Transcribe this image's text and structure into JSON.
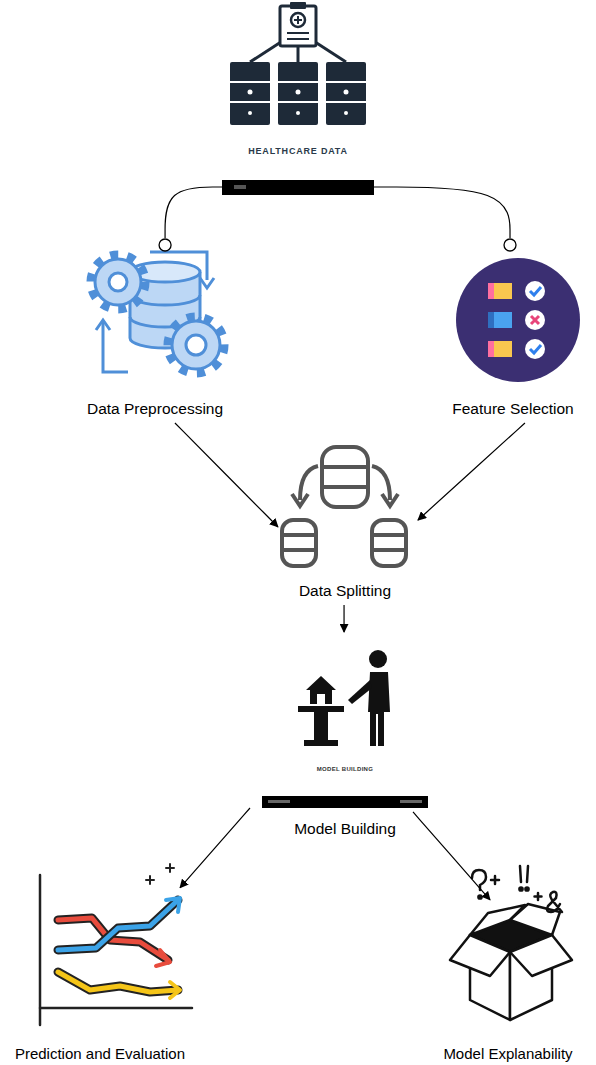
{
  "diagram": {
    "nodes": [
      {
        "text": [
          "HEALTHCARE DATA"
        ]
      },
      {
        "text": [
          "Data Preprocessing"
        ]
      },
      {
        "text": [
          "Feature Selection"
        ]
      },
      {
        "text": [
          "Data Splitting"
        ]
      },
      {
        "text": [
          "MODEL BUILDING",
          "Model Building"
        ]
      },
      {
        "text": [
          "Prediction and Evaluation"
        ]
      },
      {
        "text": [
          "Model Explanability"
        ]
      }
    ],
    "edges": [
      {
        "from": 0,
        "to": 1,
        "arrow": "none"
      },
      {
        "from": 0,
        "to": 2,
        "arrow": "none"
      },
      {
        "from": 1,
        "to": 3,
        "arrow": "to"
      },
      {
        "from": 2,
        "to": 3,
        "arrow": "to"
      },
      {
        "from": 3,
        "to": 4,
        "arrow": "to"
      },
      {
        "from": 4,
        "to": 5,
        "arrow": "to"
      },
      {
        "from": 4,
        "to": 6,
        "arrow": "to"
      }
    ]
  }
}
